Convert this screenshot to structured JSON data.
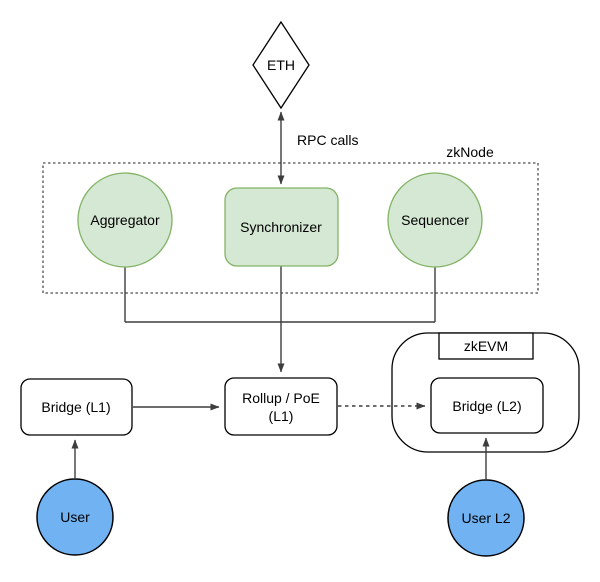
{
  "diagram": {
    "title_context": "zkNode / zkEVM architecture diagram",
    "colors": {
      "background": "#ffffff",
      "node_green_fill": "#d5e8d4",
      "node_green_stroke": "#82b366",
      "node_blue_fill": "#70b2f2",
      "node_blue_stroke": "#000000",
      "shape_stroke": "#000000",
      "edge_color": "#3d3d3d",
      "dashed_container_stroke": "#4d4d4d",
      "text_color": "#000000"
    },
    "nodes": {
      "eth": {
        "label": "ETH",
        "shape": "diamond"
      },
      "aggregator": {
        "label": "Aggregator",
        "shape": "circle"
      },
      "synchronizer": {
        "label": "Synchronizer",
        "shape": "rounded-rect"
      },
      "sequencer": {
        "label": "Sequencer",
        "shape": "circle"
      },
      "bridge_l1": {
        "label": "Bridge (L1)",
        "shape": "rounded-rect"
      },
      "rollup": {
        "label_line1": "Rollup / PoE",
        "label_line2": "(L1)",
        "shape": "rounded-rect"
      },
      "bridge_l2": {
        "label": "Bridge (L2)",
        "shape": "rounded-rect"
      },
      "user": {
        "label": "User",
        "shape": "circle"
      },
      "user_l2": {
        "label": "User L2",
        "shape": "circle"
      }
    },
    "containers": {
      "zknode": {
        "label": "zkNode",
        "style": "dashed"
      },
      "zkevm": {
        "label": "zkEVM",
        "style": "solid-rounded"
      }
    },
    "edge_labels": {
      "rpc_calls": "RPC calls"
    },
    "edges": [
      {
        "from": "Synchronizer",
        "to": "ETH",
        "style": "solid",
        "bidirectional": true,
        "label": "RPC calls"
      },
      {
        "from": "Aggregator",
        "to": "junction",
        "style": "solid",
        "arrow": false
      },
      {
        "from": "Sequencer",
        "to": "junction",
        "style": "solid",
        "arrow": false
      },
      {
        "from": "Synchronizer",
        "to": "Rollup / PoE (L1)",
        "style": "solid",
        "arrow": true
      },
      {
        "from": "Bridge (L1)",
        "to": "Rollup / PoE (L1)",
        "style": "solid",
        "arrow": true
      },
      {
        "from": "Rollup / PoE (L1)",
        "to": "Bridge (L2)",
        "style": "dotted",
        "arrow": true
      },
      {
        "from": "User",
        "to": "Bridge (L1)",
        "style": "solid",
        "arrow": true
      },
      {
        "from": "User L2",
        "to": "Bridge (L2)",
        "style": "solid",
        "arrow": true
      }
    ]
  }
}
